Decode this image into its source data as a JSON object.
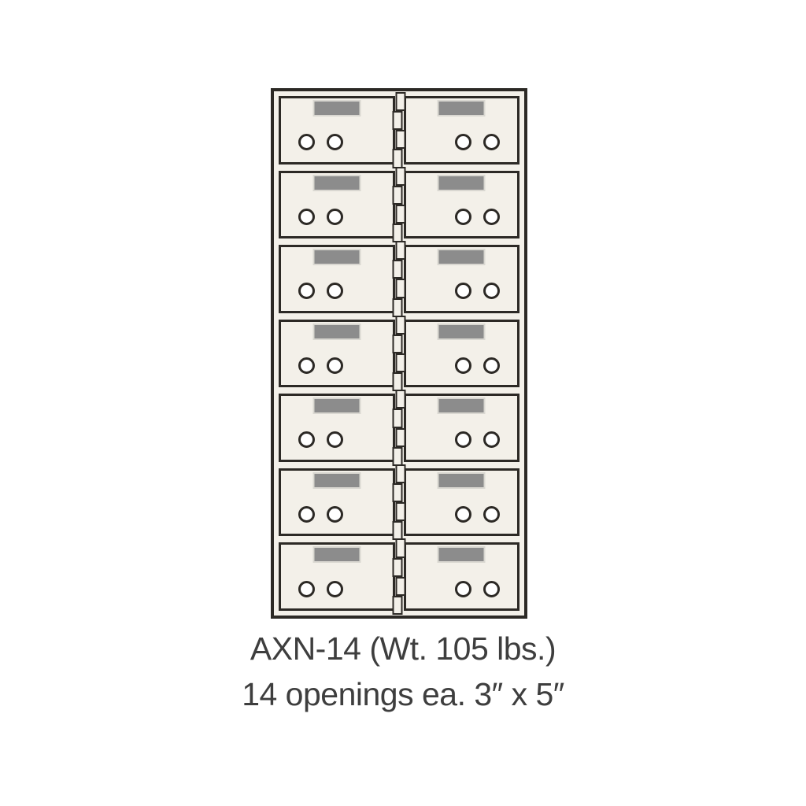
{
  "product": {
    "model": "AXN-14",
    "weight": "Wt. 105 lbs.",
    "openings_count": 14,
    "opening_size": "3″ x 5″",
    "rows": 7,
    "columns": 2,
    "keyholes_per_door": 2,
    "hinge_knuckles_per_row": 4
  },
  "caption": {
    "line1": "AXN-14 (Wt. 105 lbs.)",
    "line2": "14 openings ea. 3″ x 5″"
  },
  "colors": {
    "outline": "#2c2925",
    "panel_fill": "#f3f0e9",
    "nameplate": "#8c8c8c",
    "keyhole_fill": "#ffffff",
    "caption_text": "#3e3e3e",
    "background": "#ffffff"
  }
}
